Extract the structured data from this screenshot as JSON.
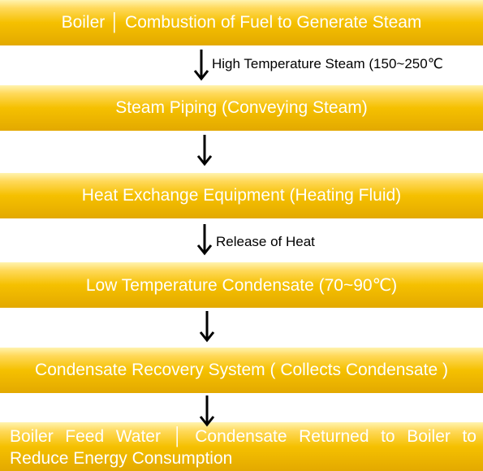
{
  "steps": [
    {
      "label": "Boiler │ Combustion of Fuel to Generate Steam"
    },
    {
      "label": "Steam Piping (Conveying Steam)"
    },
    {
      "label": "Heat Exchange Equipment (Heating Fluid)"
    },
    {
      "label": "Low Temperature Condensate (70~90℃)"
    },
    {
      "label": "Condensate Recovery System ( Collects Condensate )"
    },
    {
      "label": "Boiler Feed Water │ Condensate Returned to Boiler to Reduce Energy Consumption"
    }
  ],
  "arrows": [
    {
      "label": "High Temperature Steam (150~250℃"
    },
    {
      "label": ""
    },
    {
      "label": "Release of Heat"
    },
    {
      "label": ""
    },
    {
      "label": ""
    }
  ],
  "colors": {
    "box_fill": "#f5c000",
    "box_text": "#ffffff",
    "arrow": "#000000"
  }
}
